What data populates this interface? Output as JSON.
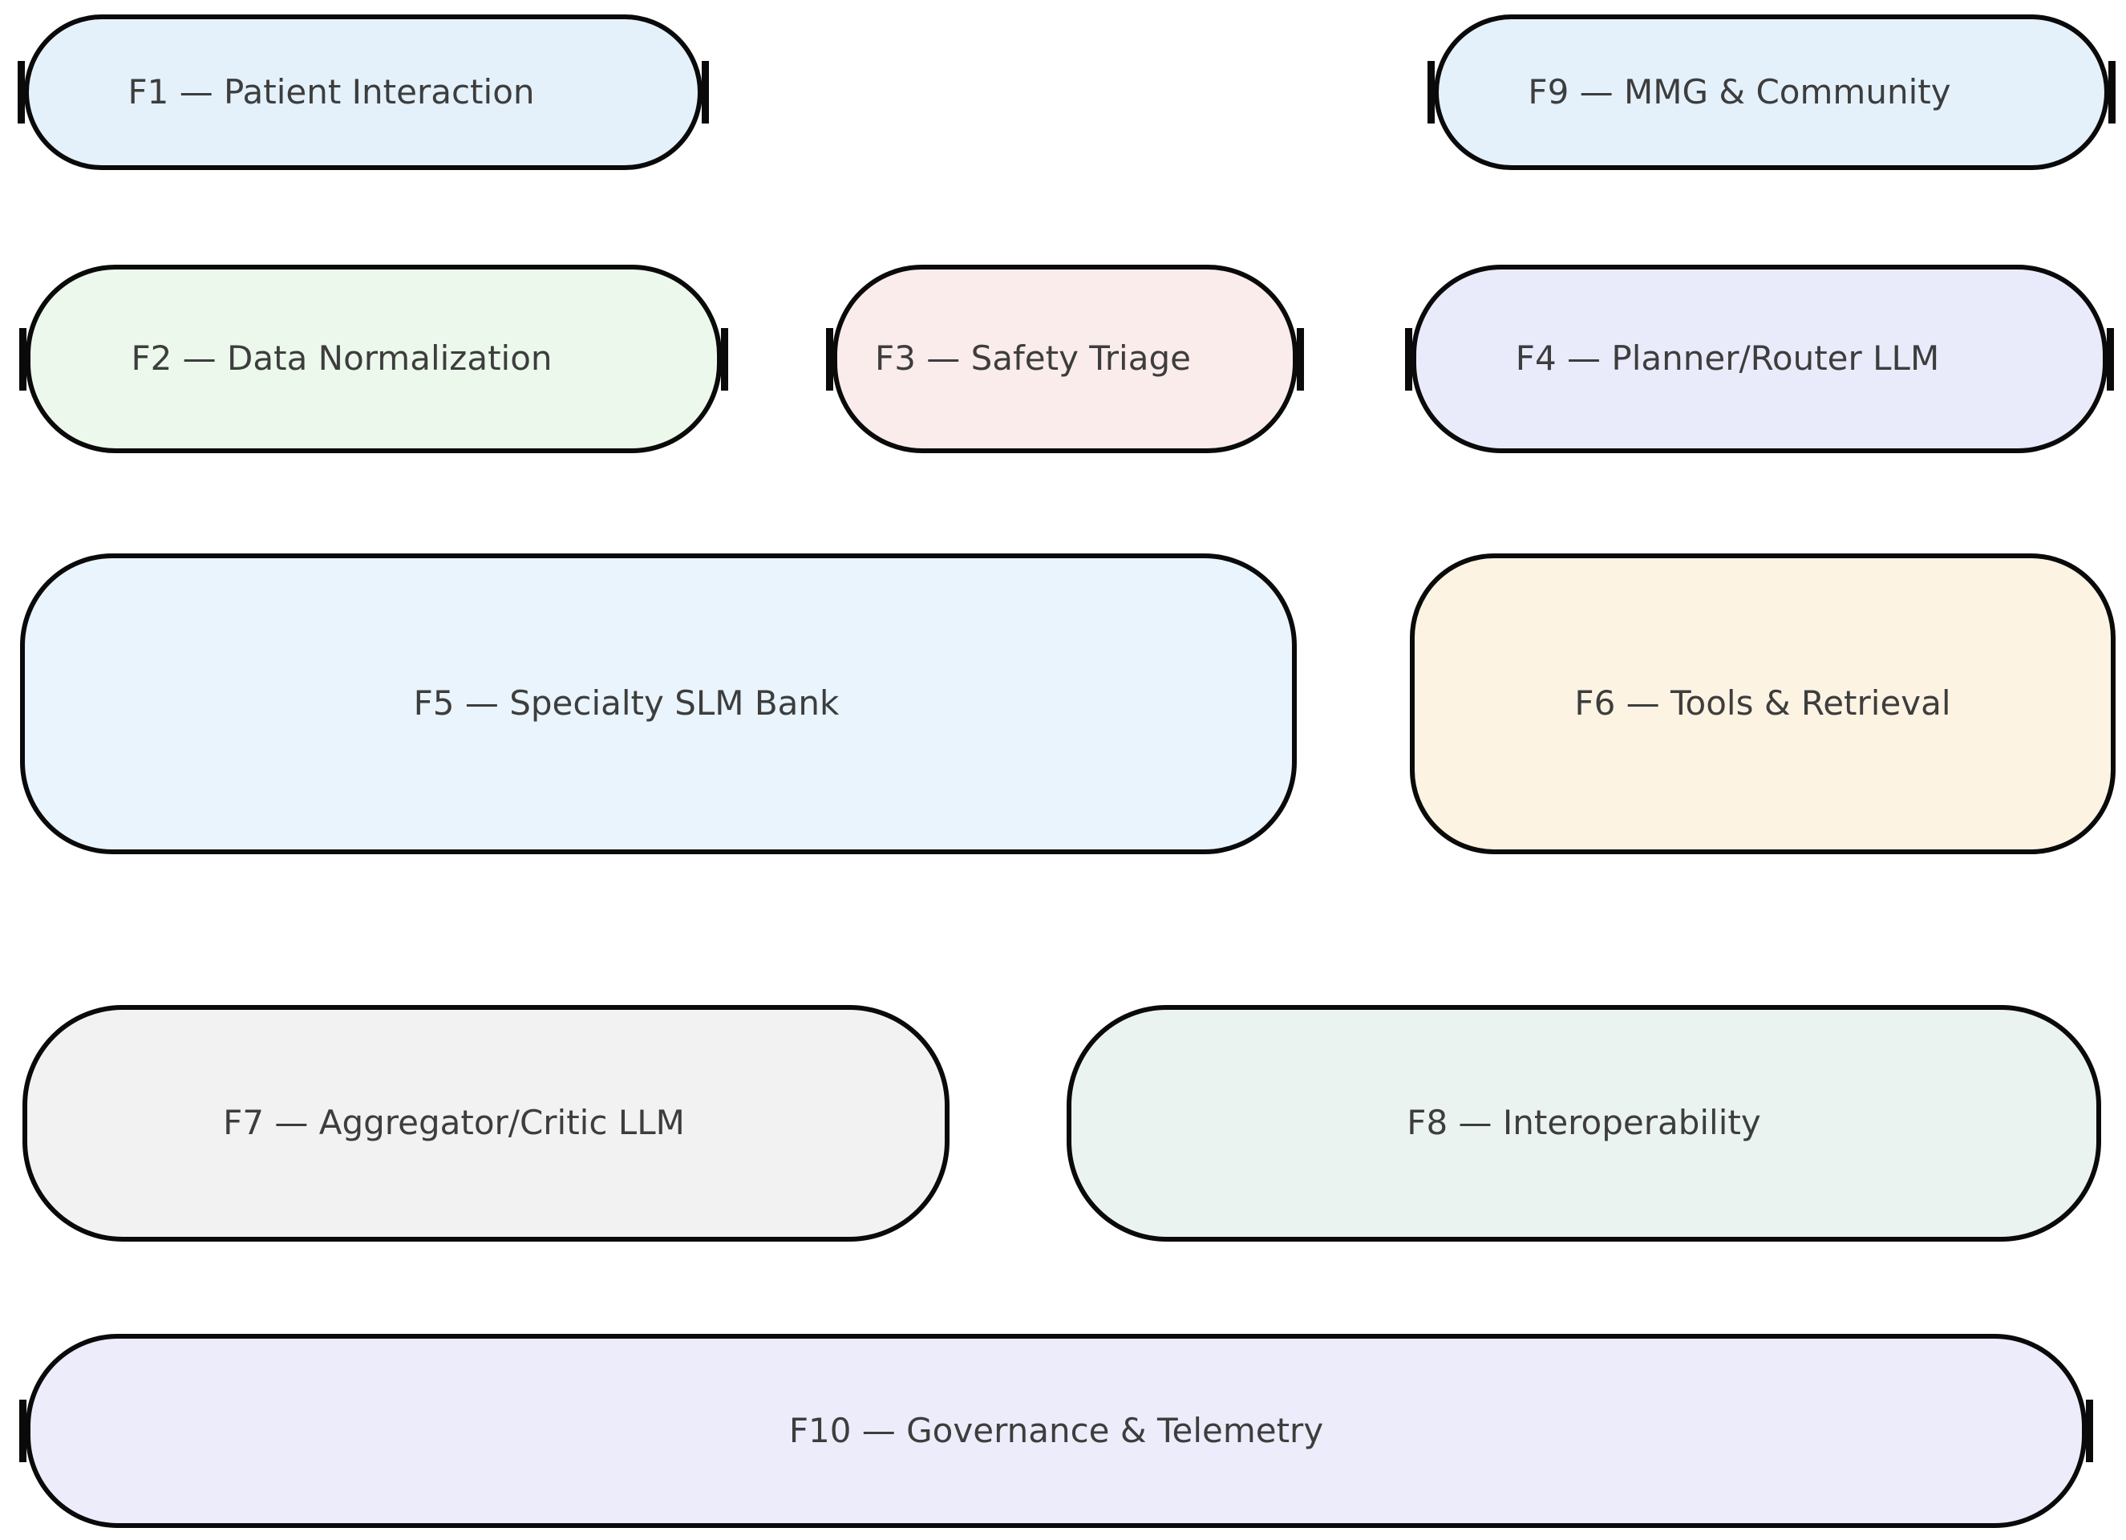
{
  "diagram": {
    "background_color": "#ffffff",
    "node_border_color": "#0a0a0a",
    "label_color": "#3d3d3d",
    "nodes": [
      {
        "id": "F1",
        "label": "F1 — Patient Interaction",
        "fill": "#e4f1fb",
        "stubs": "both"
      },
      {
        "id": "F9",
        "label": "F9 — MMG & Community",
        "fill": "#e4f1fb",
        "stubs": "both"
      },
      {
        "id": "F2",
        "label": "F2 — Data Normalization",
        "fill": "#ecf8eb",
        "stubs": "both"
      },
      {
        "id": "F3",
        "label": "F3 — Safety Triage",
        "fill": "#fbecec",
        "stubs": "both"
      },
      {
        "id": "F4",
        "label": "F4 — Planner/Router LLM",
        "fill": "#e9ebfb",
        "stubs": "both"
      },
      {
        "id": "F5",
        "label": "F5 — Specialty SLM Bank",
        "fill": "#e9f4fc",
        "stubs": "none"
      },
      {
        "id": "F6",
        "label": "F6 — Tools & Retrieval",
        "fill": "#fcf3e3",
        "stubs": "none"
      },
      {
        "id": "F7",
        "label": "F7 — Aggregator/Critic LLM",
        "fill": "#f2f2f2",
        "stubs": "none"
      },
      {
        "id": "F8",
        "label": "F8 — Interoperability",
        "fill": "#ebf3f1",
        "stubs": "none"
      },
      {
        "id": "F10",
        "label": "F10 — Governance & Telemetry",
        "fill": "#edecfb",
        "stubs": "both"
      }
    ]
  }
}
